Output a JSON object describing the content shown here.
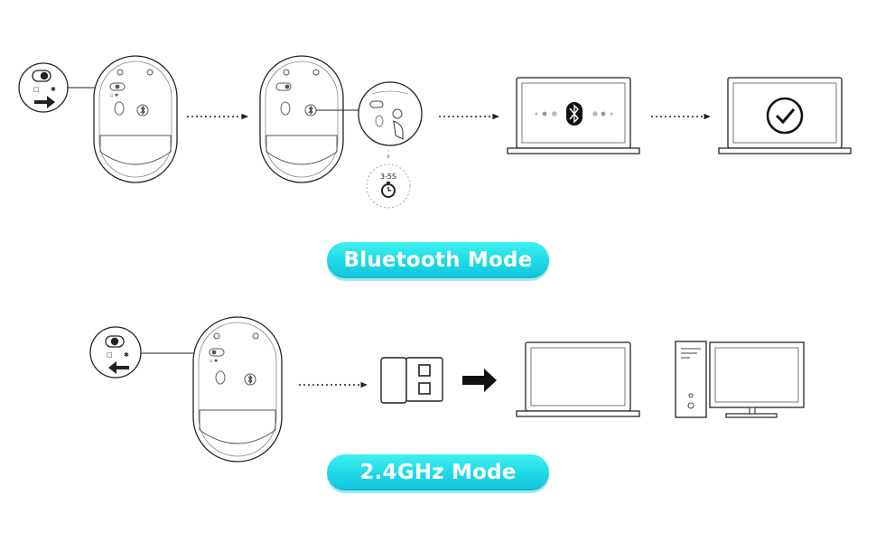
{
  "modes": {
    "bluetooth": {
      "label": "Bluetooth Mode",
      "hold_time": "3-5S"
    },
    "wireless": {
      "label": "2.4GHz Mode"
    }
  },
  "switch_symbols": {
    "receiver": "□",
    "bluetooth": "✱"
  },
  "colors": {
    "accent": "#19d3e3",
    "line": "#222222",
    "gray": "#9a9a9a"
  }
}
